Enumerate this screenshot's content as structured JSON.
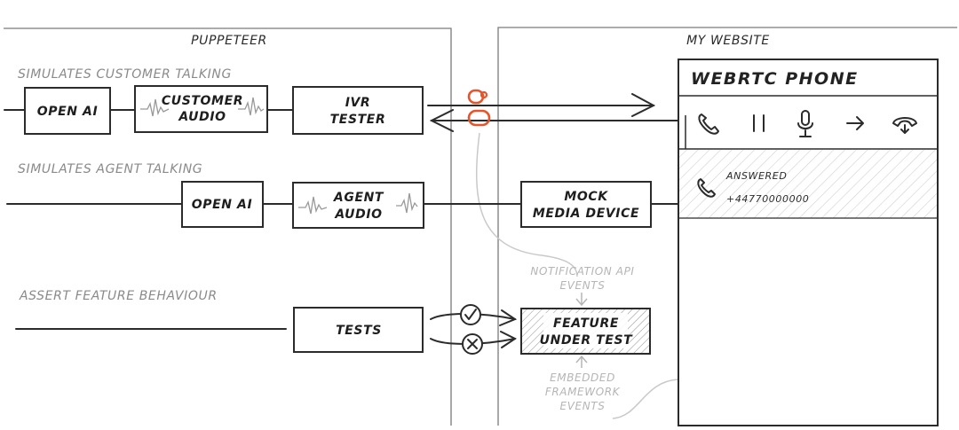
{
  "sections": {
    "left_title": "PUPPETEER",
    "right_title": "MY WEBSITE"
  },
  "lanes": {
    "customer": "SIMULATES CUSTOMER TALKING",
    "agent": "SIMULATES AGENT TALKING",
    "assert": "ASSERT FEATURE BEHAVIOUR"
  },
  "boxes": {
    "open_ai_1": "OPEN AI",
    "customer_audio": [
      "CUSTOMER",
      "AUDIO"
    ],
    "ivr_tester": [
      "IVR",
      "TESTER"
    ],
    "open_ai_2": "OPEN AI",
    "agent_audio": [
      "AGENT",
      "AUDIO"
    ],
    "mock_media": [
      "MOCK",
      "MEDIA DEVICE"
    ],
    "tests": "TESTS",
    "feature": [
      "FEATURE",
      "UNDER TEST"
    ]
  },
  "annotations": {
    "notification": [
      "NOTIFICATION API",
      "EVENTS"
    ],
    "embedded": [
      "EMBEDDED",
      "FRAMEWORK",
      "EVENTS"
    ]
  },
  "phone": {
    "title": "WEBRTC PHONE",
    "toolbar_icons": [
      "phone-icon",
      "pause-icon",
      "microphone-icon",
      "transfer-arrow-icon",
      "hangup-icon"
    ],
    "call": {
      "status": "ANSWERED",
      "number": "+44770000000"
    }
  },
  "colors": {
    "ink": "#2b2b2b",
    "accent": "#e8542a",
    "faint": "#b5b5b5"
  }
}
